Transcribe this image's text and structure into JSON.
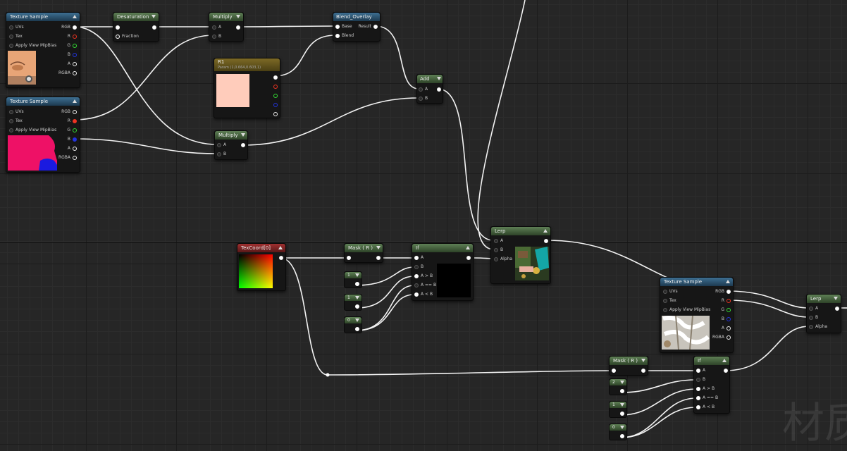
{
  "nodes": {
    "tex1": {
      "title": "Texture Sample",
      "inputs": [
        "UVs",
        "Tex",
        "Apply View MipBias"
      ],
      "outputs": [
        "RGB",
        "R",
        "G",
        "B",
        "A",
        "RGBA"
      ]
    },
    "tex2": {
      "title": "Texture Sample",
      "inputs": [
        "UVs",
        "Tex",
        "Apply View MipBias"
      ],
      "outputs": [
        "RGB",
        "R",
        "G",
        "B",
        "A",
        "RGBA"
      ]
    },
    "tex3": {
      "title": "Texture Sample",
      "inputs": [
        "UVs",
        "Tex",
        "Apply View MipBias"
      ],
      "outputs": [
        "RGB",
        "R",
        "G",
        "B",
        "A",
        "RGBA"
      ]
    },
    "desat": {
      "title": "Desaturation",
      "inputs": [
        "",
        "Fraction"
      ]
    },
    "mul1": {
      "title": "Multiply",
      "inputs": [
        "A",
        "B"
      ]
    },
    "mul2": {
      "title": "Multiply",
      "inputs": [
        "A",
        "B"
      ]
    },
    "blend": {
      "title": "Blend_Overlay",
      "inputs": [
        "Base",
        "Blend"
      ],
      "output": "Result"
    },
    "param": {
      "title": "R1",
      "subtitle": "Param (1,0.664,0.603,1)",
      "color": "#ffccbb"
    },
    "add": {
      "title": "Add",
      "inputs": [
        "A",
        "B"
      ]
    },
    "lerp1": {
      "title": "Lerp",
      "inputs": [
        "A",
        "B",
        "Alpha"
      ]
    },
    "lerp2": {
      "title": "Lerp",
      "inputs": [
        "A",
        "B",
        "Alpha"
      ]
    },
    "texcoord": {
      "title": "TexCoord[0]"
    },
    "mask1": {
      "title": "Mask ( R )"
    },
    "mask2": {
      "title": "Mask ( R )"
    },
    "if1": {
      "title": "If",
      "inputs": [
        "A",
        "B",
        "A > B",
        "A == B",
        "A < B"
      ]
    },
    "if2": {
      "title": "If",
      "inputs": [
        "A",
        "B",
        "A > B",
        "A == B",
        "A < B"
      ]
    },
    "constants1": [
      "1",
      "1",
      "0"
    ],
    "constants2": [
      "2",
      "1",
      "0"
    ]
  },
  "watermark": "材质"
}
